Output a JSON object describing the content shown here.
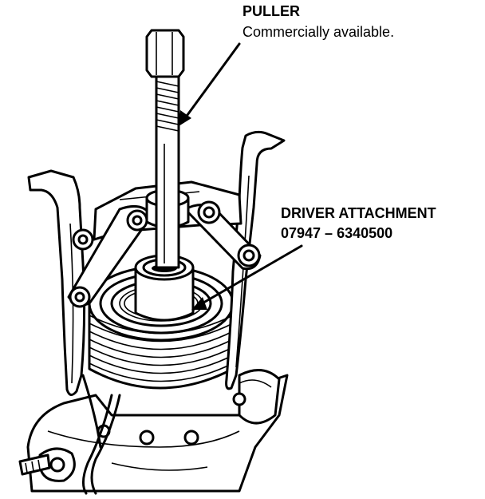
{
  "callouts": {
    "puller": {
      "title": "PULLER",
      "note": "Commercially available."
    },
    "driver_attachment": {
      "title": "DRIVER ATTACHMENT",
      "part_number": "07947 – 6340500"
    }
  }
}
